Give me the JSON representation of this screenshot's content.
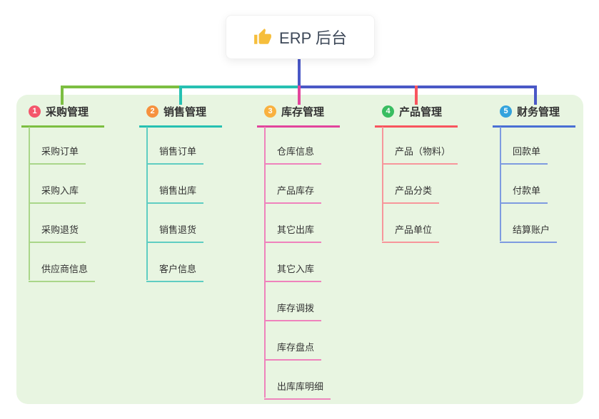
{
  "root": {
    "title": "ERP 后台",
    "icon": "thumbs-up",
    "icon_color": "#F6BE3C"
  },
  "colors": {
    "connector": "#4A58C6",
    "panel_bg": "#E8F5E1",
    "root_text": "#3D4858",
    "node_text": "#333333"
  },
  "branches": [
    {
      "badge": "1",
      "label": "采购管理",
      "colors": {
        "badge": "#F4566B",
        "line": "#7CBE41",
        "child_line": "#A9D689"
      },
      "children": [
        "采购订单",
        "采购入库",
        "采购退货",
        "供应商信息"
      ]
    },
    {
      "badge": "2",
      "label": "销售管理",
      "colors": {
        "badge": "#F6913E",
        "line": "#26C0B2",
        "child_line": "#5FCDC2"
      },
      "children": [
        "销售订单",
        "销售出库",
        "销售退货",
        "客户信息"
      ]
    },
    {
      "badge": "3",
      "label": "库存管理",
      "colors": {
        "badge": "#F9B13F",
        "line": "#E2459C",
        "child_line": "#EF82BC"
      },
      "children": [
        "仓库信息",
        "产品库存",
        "其它出库",
        "其它入库",
        "库存调拨",
        "库存盘点",
        "出库库明细"
      ]
    },
    {
      "badge": "4",
      "label": "产品管理",
      "colors": {
        "badge": "#39BD61",
        "line": "#F8555E",
        "child_line": "#F7969B"
      },
      "children": [
        "产品（物料）",
        "产品分类",
        "产品单位"
      ]
    },
    {
      "badge": "5",
      "label": "财务管理",
      "colors": {
        "badge": "#33A3DD",
        "line": "#4A6FD4",
        "child_line": "#7E9BE0"
      },
      "children": [
        "回款单",
        "付款单",
        "结算账户"
      ]
    }
  ]
}
